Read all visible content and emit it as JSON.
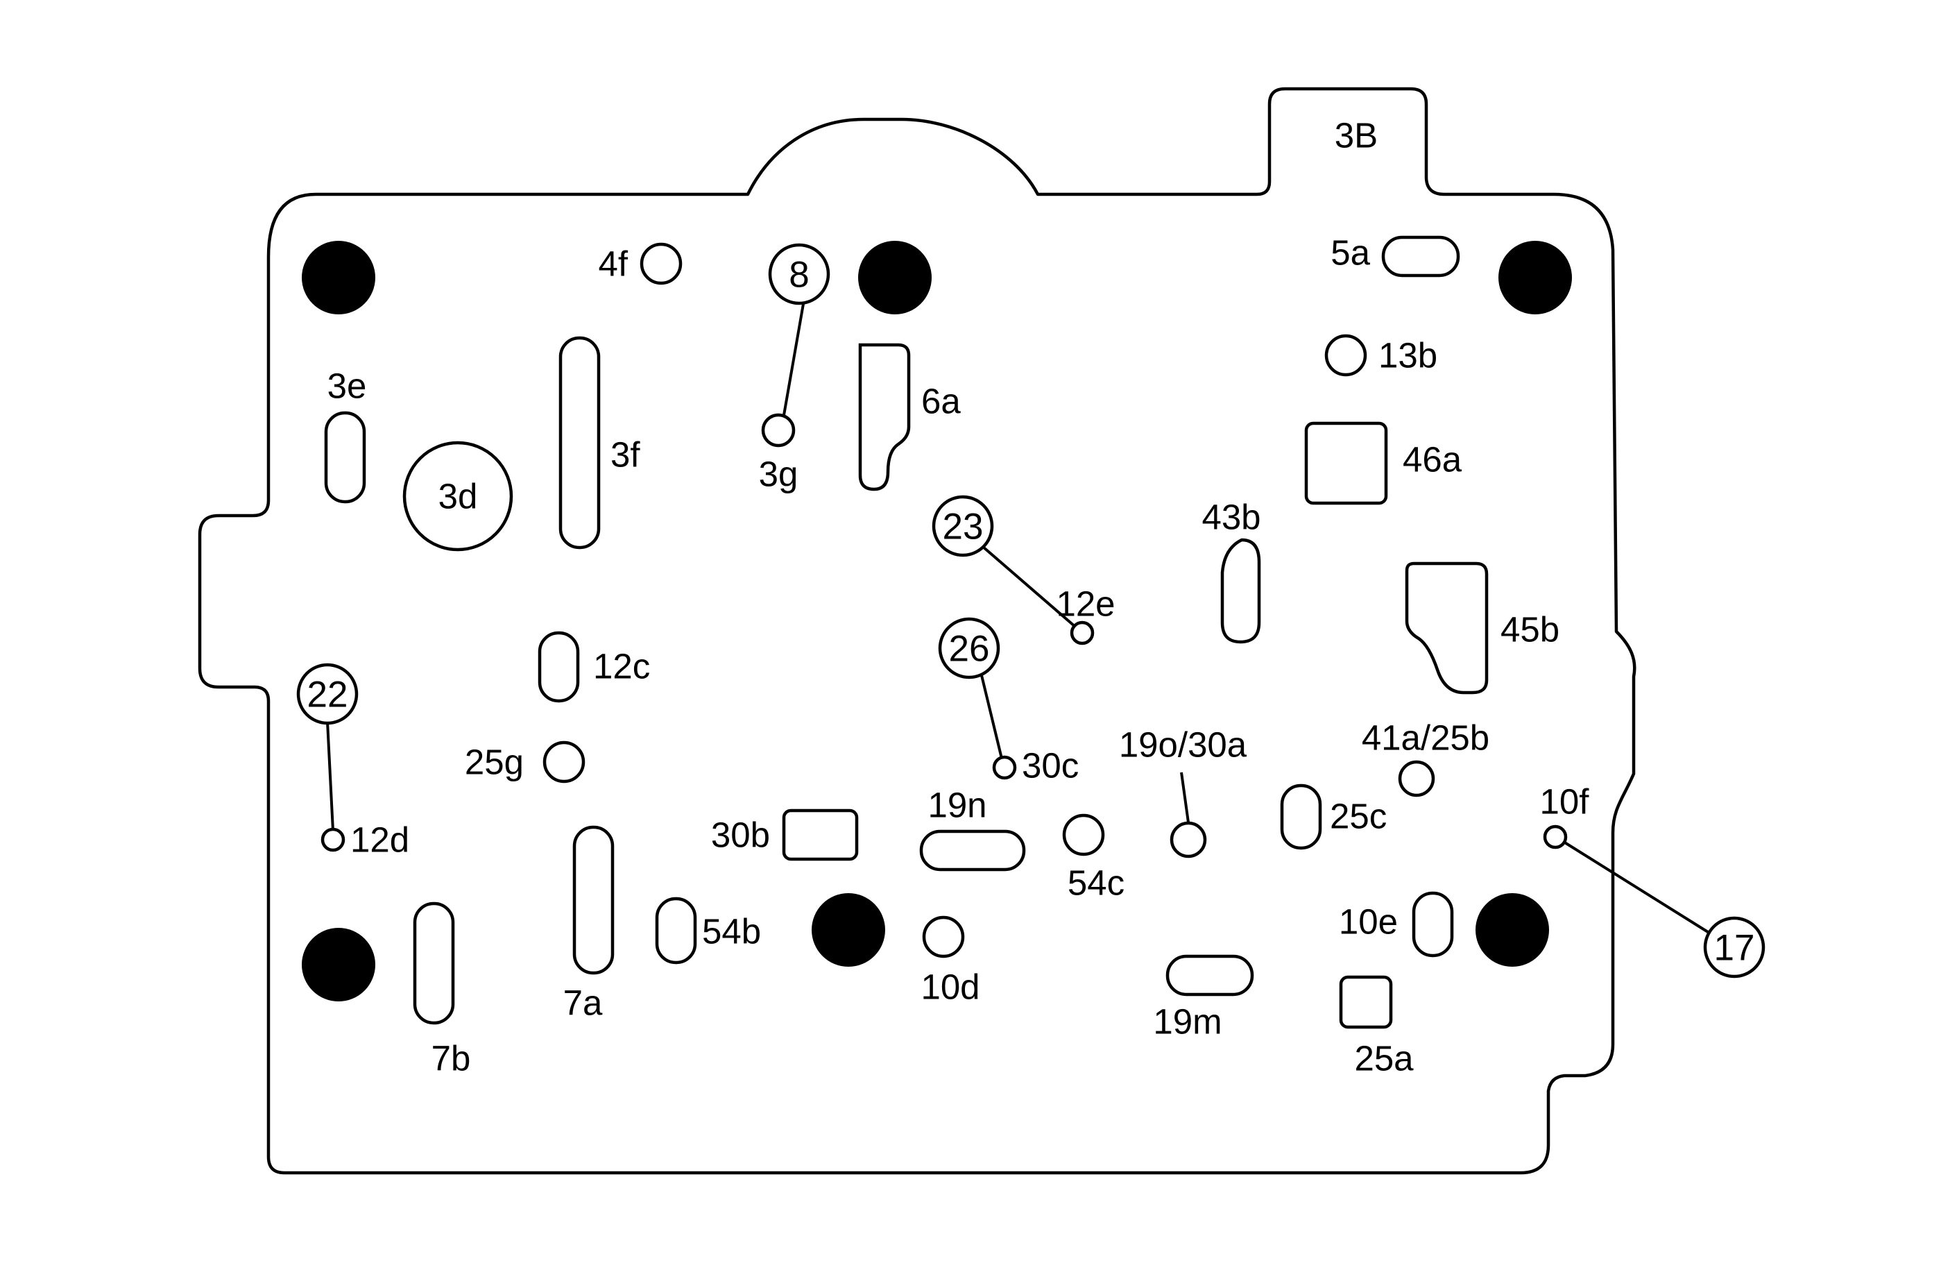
{
  "plate": {
    "name": "3B",
    "ports": {
      "p3d": "3d",
      "p3e": "3e",
      "p3f": "3f",
      "p3g": "3g",
      "p4f": "4f",
      "p5a": "5a",
      "p6a": "6a",
      "p7a": "7a",
      "p7b": "7b",
      "p10d": "10d",
      "p10e": "10e",
      "p10f": "10f",
      "p12c": "12c",
      "p12d": "12d",
      "p12e": "12e",
      "p13b": "13b",
      "p19m": "19m",
      "p19n": "19n",
      "p19o30a": "19o/30a",
      "p25a": "25a",
      "p25c": "25c",
      "p25g": "25g",
      "p30b": "30b",
      "p30c": "30c",
      "p41a25b": "41a/25b",
      "p43b": "43b",
      "p45b": "45b",
      "p46a": "46a",
      "p54b": "54b",
      "p54c": "54c"
    },
    "callouts": {
      "c8": "8",
      "c17": "17",
      "c22": "22",
      "c23": "23",
      "c26": "26"
    }
  }
}
